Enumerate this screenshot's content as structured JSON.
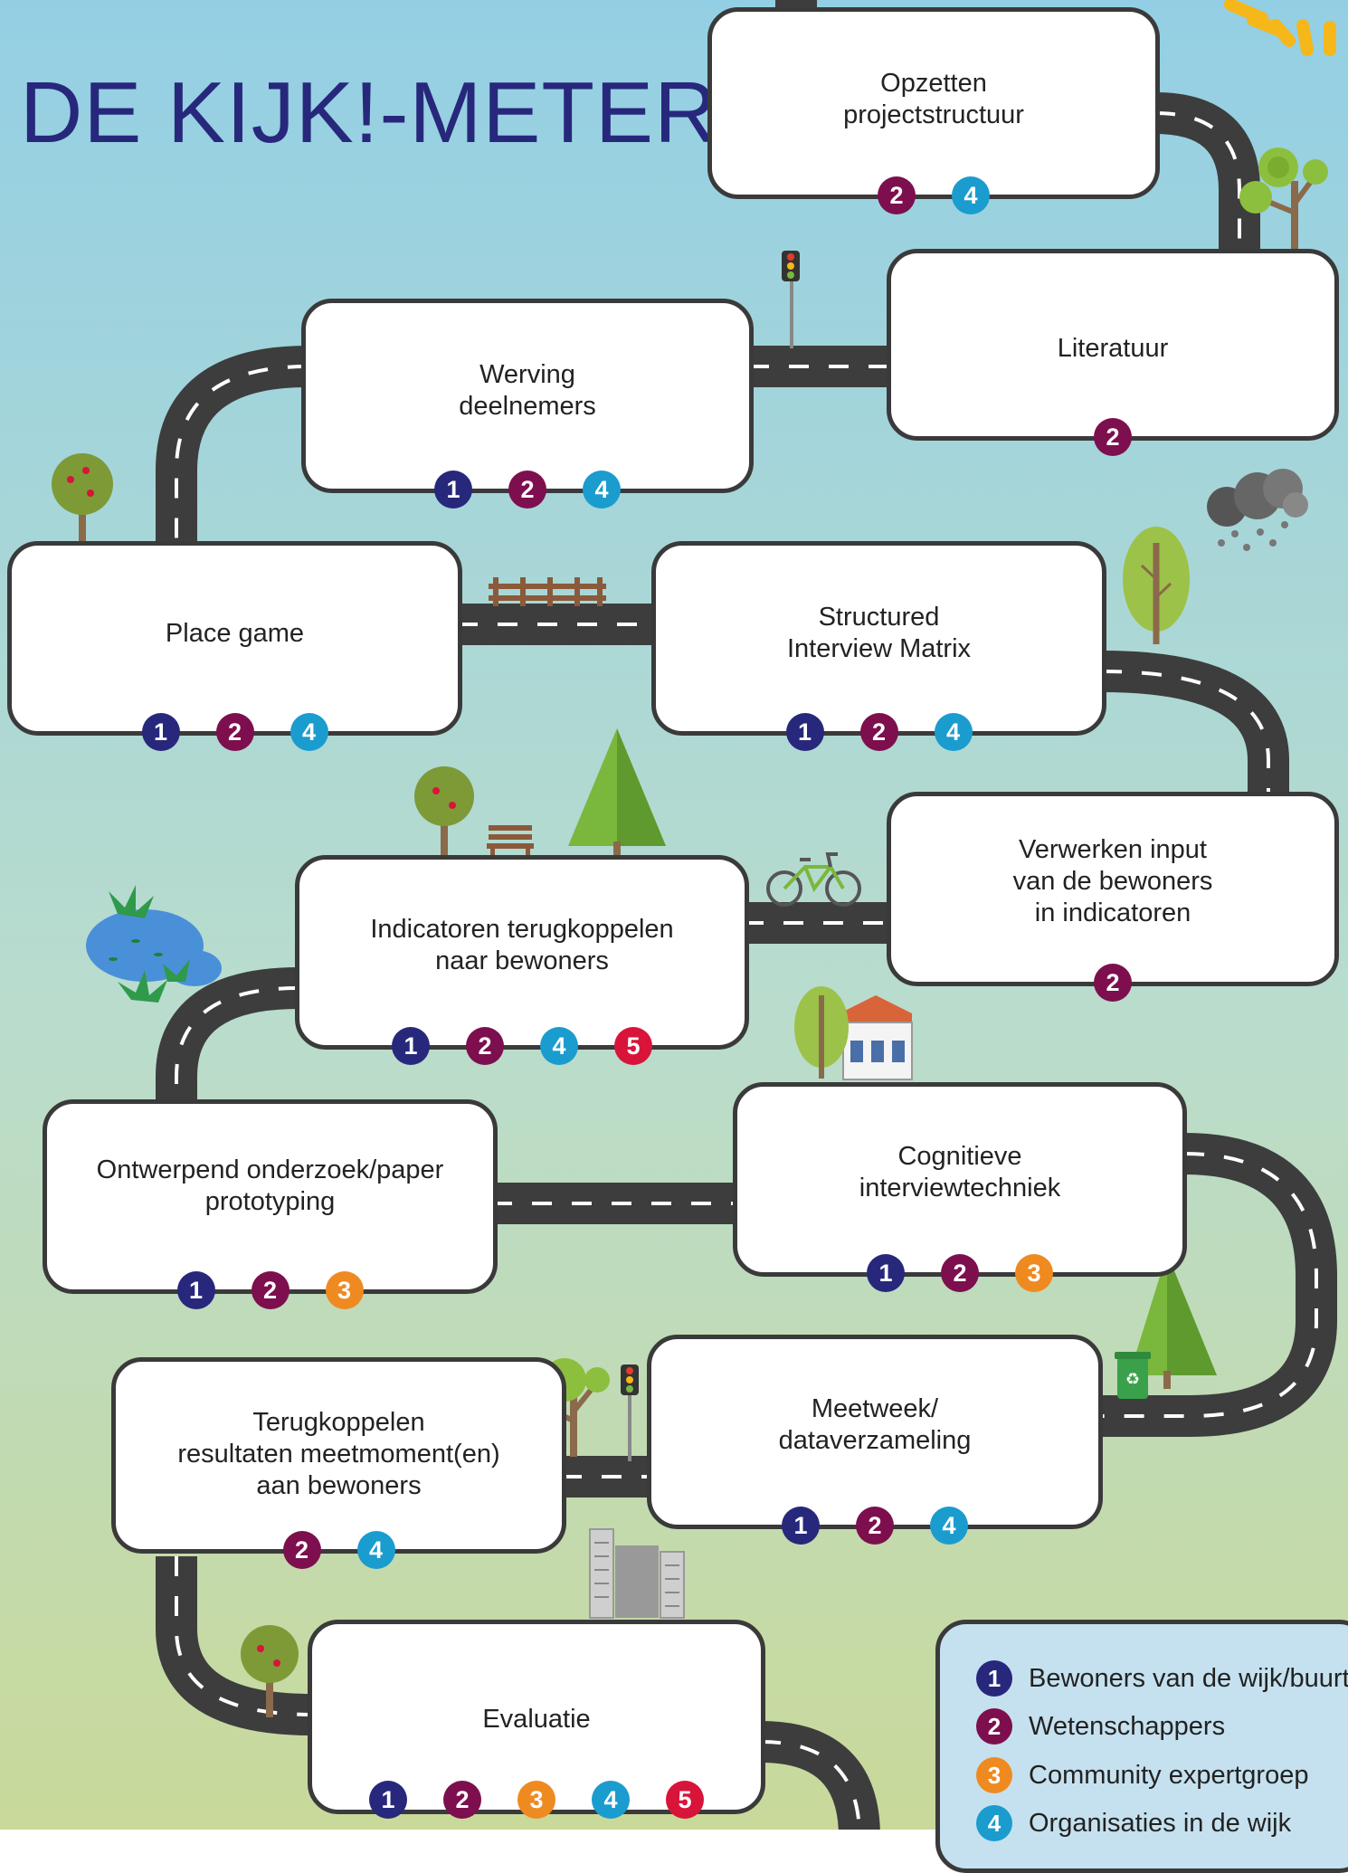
{
  "title": "DE KIJK!-METER",
  "colors": {
    "sky_top": "#93cfe4",
    "ground_bottom": "#c9d99a",
    "road": "#3d3d3d",
    "box_border": "#3a3a3a",
    "title": "#27287c",
    "badge_1": "#27287c",
    "badge_2": "#7d0f4e",
    "badge_3": "#ef8a21",
    "badge_4": "#1a9ccf",
    "badge_5": "#d8143a",
    "legend_bg": "#c5e1ef"
  },
  "steps": [
    {
      "label": "Opzetten\nprojectstructuur",
      "badges": [
        "2",
        "4"
      ]
    },
    {
      "label": "Literatuur",
      "badges": [
        "2"
      ]
    },
    {
      "label": "Werving\ndeelnemers",
      "badges": [
        "1",
        "2",
        "4"
      ]
    },
    {
      "label": "Place game",
      "badges": [
        "1",
        "2",
        "4"
      ]
    },
    {
      "label": "Structured\nInterview Matrix",
      "badges": [
        "1",
        "2",
        "4"
      ]
    },
    {
      "label": "Verwerken input\nvan de bewoners\nin indicatoren",
      "badges": [
        "2"
      ]
    },
    {
      "label": "Indicatoren terugkoppelen\nnaar bewoners",
      "badges": [
        "1",
        "2",
        "4",
        "5"
      ]
    },
    {
      "label": "Ontwerpend onderzoek/paper\nprototyping",
      "badges": [
        "1",
        "2",
        "3"
      ]
    },
    {
      "label": "Cognitieve\ninterviewtechniek",
      "badges": [
        "1",
        "2",
        "3"
      ]
    },
    {
      "label": "Meetweek/\ndataverzameling",
      "badges": [
        "1",
        "2",
        "4"
      ]
    },
    {
      "label": "Terugkoppelen\nresultaten meetmoment(en)\naan bewoners",
      "badges": [
        "2",
        "4"
      ]
    },
    {
      "label": "Evaluatie",
      "badges": [
        "1",
        "2",
        "3",
        "4",
        "5"
      ]
    }
  ],
  "legend": [
    {
      "num": "1",
      "label": "Bewoners van de wijk/buurt"
    },
    {
      "num": "2",
      "label": "Wetenschappers"
    },
    {
      "num": "3",
      "label": "Community expertgroep"
    },
    {
      "num": "4",
      "label": "Organisaties in de wijk"
    }
  ],
  "icons": [
    "sun-icon",
    "tree-icon",
    "pine-tree-icon",
    "traffic-light-icon",
    "fence-icon",
    "bench-icon",
    "bicycle-icon",
    "pond-icon",
    "house-icon",
    "rain-cloud-icon",
    "trash-bin-icon",
    "city-buildings-icon"
  ]
}
